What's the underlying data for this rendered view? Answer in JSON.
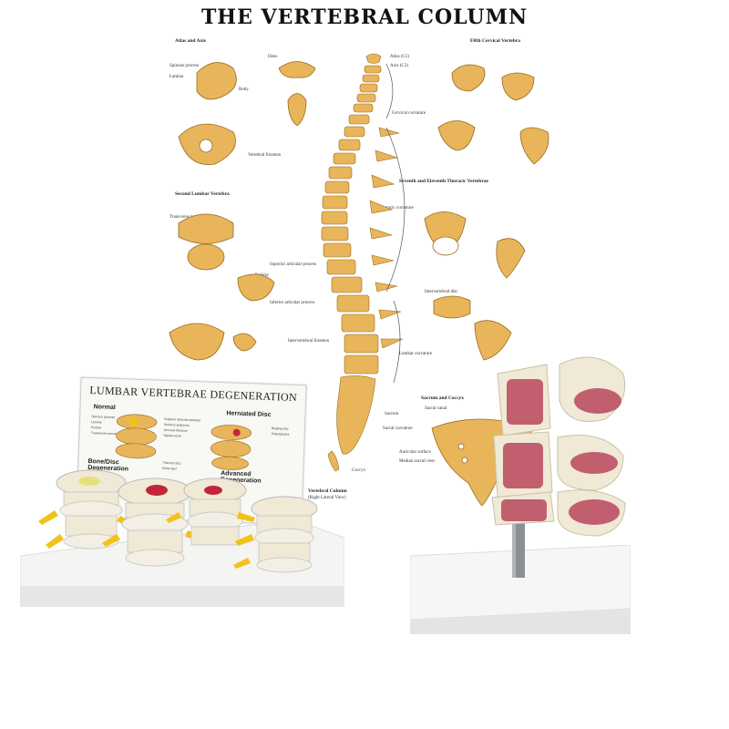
{
  "poster": {
    "title": "THE VERTEBRAL COLUMN",
    "headings": [
      "Atlas and Axis",
      "Fifth Cervical Vertebra",
      "Second Lumbar Vertebra",
      "Seventh and Eleventh Thoracic Vertebrae",
      "Sacrum and Coccyx",
      "Vertebral Column"
    ],
    "subcaption": "(Right Lateral View)",
    "labels": [
      "Atlas (C1)",
      "Axis (C2)",
      "Spinous process",
      "Lamina",
      "Body",
      "Pedicle",
      "Transverse process",
      "Superior articular process",
      "Inferior articular process",
      "Intervertebral disc",
      "Cervical curvature",
      "Thoracic curvature",
      "Lumbar curvature",
      "Sacral curvature",
      "Coccyx",
      "Sacrum",
      "Dens",
      "Vertebral foramen",
      "Intervertebral foramen",
      "Auricular surface",
      "Sacral canal",
      "Median sacral crest"
    ]
  },
  "lumbar_card": {
    "title": "LUMBAR VERTEBRAE DEGENERATION",
    "labels": [
      "Normal",
      "Herniated Disc",
      "Bone/Disc Degeneration",
      "Advanced Degeneration"
    ],
    "small_labels": [
      "Spinous process",
      "Lamina",
      "Pedicle",
      "Transverse process",
      "Superior articular process",
      "Nucleus pulposus",
      "Annulus fibrosus",
      "Spinal nerve",
      "Bulging disc",
      "Osteophytes",
      "Thinned disc",
      "Bone spur"
    ]
  },
  "colors": {
    "bone": "#e8b55a",
    "bone_light": "#f2cf86",
    "outline": "#9a6a1e",
    "model_bone": "#efe9d6",
    "marrow": "#b8475d",
    "nerve": "#f2c21a",
    "disc_red": "#c2243a",
    "base": "#f4f4f2",
    "rod": "#8c9096"
  }
}
